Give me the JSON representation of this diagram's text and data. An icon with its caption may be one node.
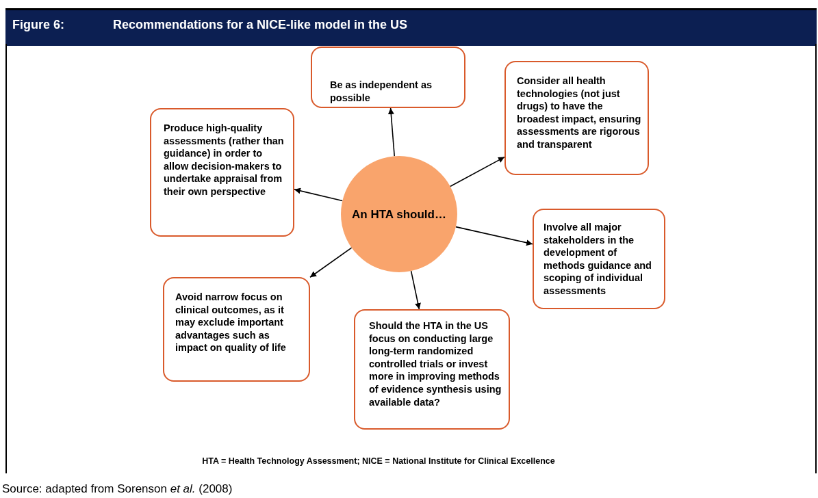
{
  "diagram": {
    "title": "Recommendations for a NICE-like model in the US",
    "caption": "Source: adapted from Sorenson *et al.* (2008)",
    "nodes": [
      {
        "text": [
          "Be as independent as possible"
        ]
      },
      {
        "text": [
          "Consider all health technologies (not just drugs) to have the broadest impact, ensuring assessments are rigorous and transparent"
        ]
      },
      {
        "text": [
          "Produce high-quality assessments (rather than guidance) in order to allow decision-makers to undertake appraisal from their own perspective"
        ]
      },
      {
        "text": [
          "An HTA should…"
        ]
      },
      {
        "text": [
          "Involve all major stakeholders in the development of methods guidance and scoping of individual assessments"
        ]
      },
      {
        "text": [
          "Avoid narrow focus on clinical outcomes, as it may exclude important advantages such as impact on quality of life"
        ]
      },
      {
        "text": [
          "Should the HTA in the US focus on conducting large long-term randomized controlled trials or invest more in improving methods of evidence synthesis using available data?"
        ]
      }
    ],
    "edges": [
      {
        "from": 3,
        "to": 0,
        "arrow": "to"
      },
      {
        "from": 3,
        "to": 1,
        "arrow": "to"
      },
      {
        "from": 3,
        "to": 2,
        "arrow": "to"
      },
      {
        "from": 3,
        "to": 4,
        "arrow": "to"
      },
      {
        "from": 3,
        "to": 5,
        "arrow": "to"
      },
      {
        "from": 3,
        "to": 6,
        "arrow": "to"
      }
    ],
    "labels": [
      "Figure 6:",
      "HTA = Health Technology Assessment; NICE = National Institute for Clinical Excellence"
    ]
  }
}
